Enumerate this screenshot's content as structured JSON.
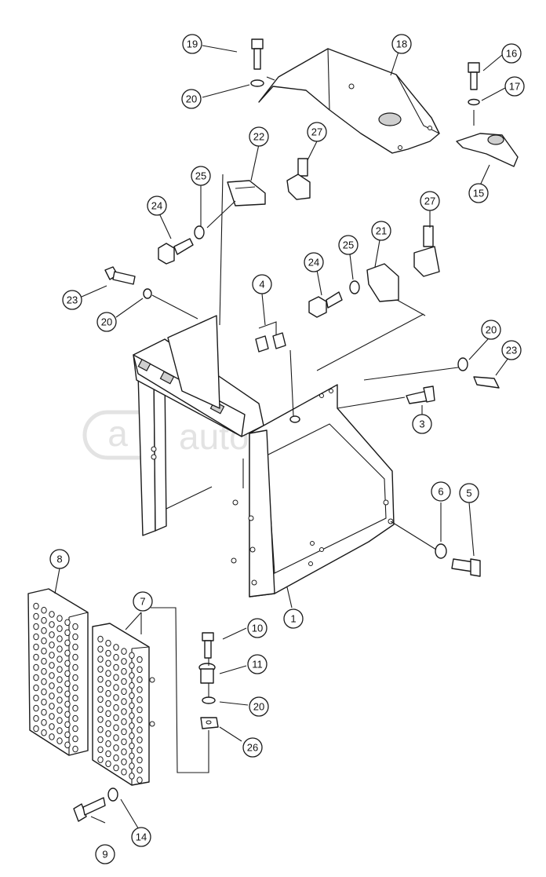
{
  "watermark": {
    "symbol": "a",
    "text": "autopiter.ru",
    "color": "#e0e0e0"
  },
  "callouts": [
    {
      "id": "c19",
      "label": "19"
    },
    {
      "id": "c20a",
      "label": "20"
    },
    {
      "id": "c18",
      "label": "18"
    },
    {
      "id": "c16",
      "label": "16"
    },
    {
      "id": "c17",
      "label": "17"
    },
    {
      "id": "c15",
      "label": "15"
    },
    {
      "id": "c22",
      "label": "22"
    },
    {
      "id": "c27a",
      "label": "27"
    },
    {
      "id": "c25a",
      "label": "25"
    },
    {
      "id": "c24a",
      "label": "24"
    },
    {
      "id": "c27b",
      "label": "27"
    },
    {
      "id": "c21",
      "label": "21"
    },
    {
      "id": "c25b",
      "label": "25"
    },
    {
      "id": "c24b",
      "label": "24"
    },
    {
      "id": "c23a",
      "label": "23"
    },
    {
      "id": "c20b",
      "label": "20"
    },
    {
      "id": "c4",
      "label": "4"
    },
    {
      "id": "c20c",
      "label": "20"
    },
    {
      "id": "c23b",
      "label": "23"
    },
    {
      "id": "c3",
      "label": "3"
    },
    {
      "id": "c6",
      "label": "6"
    },
    {
      "id": "c5",
      "label": "5"
    },
    {
      "id": "c8",
      "label": "8"
    },
    {
      "id": "c7",
      "label": "7"
    },
    {
      "id": "c1",
      "label": "1"
    },
    {
      "id": "c10",
      "label": "10"
    },
    {
      "id": "c11",
      "label": "11"
    },
    {
      "id": "c20d",
      "label": "20"
    },
    {
      "id": "c26",
      "label": "26"
    },
    {
      "id": "c14",
      "label": "14"
    },
    {
      "id": "c9",
      "label": "9"
    }
  ]
}
